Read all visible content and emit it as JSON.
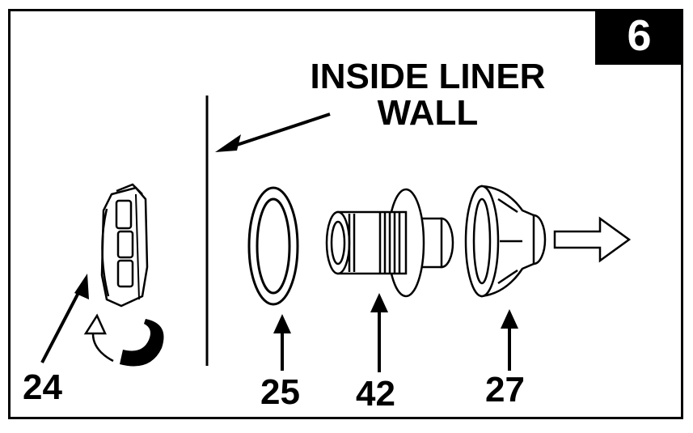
{
  "step": {
    "number": "6"
  },
  "title": {
    "line1": "INSIDE LINER",
    "line2": "WALL"
  },
  "parts": {
    "p24": "24",
    "p25": "25",
    "p42": "42",
    "p27": "27"
  }
}
